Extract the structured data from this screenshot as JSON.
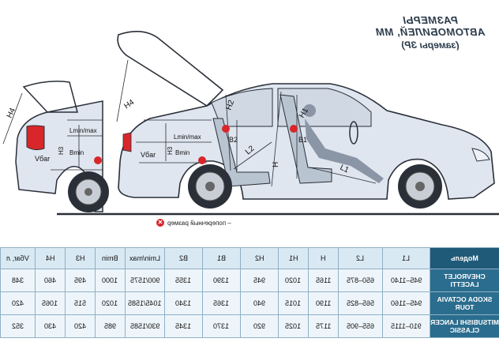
{
  "title": {
    "line1": "РАЗМЕРЫ АВТОМОБИЛЕЙ, ММ",
    "line2": "(замеры ЗР)"
  },
  "legend": {
    "mark": "✕",
    "text": "– поперечный размер"
  },
  "diagram_labels": {
    "h4": "H4",
    "h4_left": "H4",
    "lmin_max": "Lmin/max",
    "lmin_max_left": "Lmin/max",
    "bmin": "Bmin",
    "bmin_left": "Bmin",
    "h3": "H3",
    "h3_left": "H3",
    "v_bar": "Vбar",
    "v_bar_left": "Vбar",
    "h": "H",
    "h1": "H1",
    "h2": "H2",
    "l1": "L1",
    "l2": "L2",
    "b1": "B1",
    "b2": "B2"
  },
  "colors": {
    "header_model": "#1f5a78",
    "model_cell": "#2b6d8e",
    "header_bg": "#d9e9f3",
    "cell_bg": "#eef5fa",
    "car_body": "#dfe6ef",
    "car_outline": "#2a2f38",
    "taillight": "#d8262a",
    "mark": "#d8262a"
  },
  "table": {
    "headers": [
      "Модель",
      "L1",
      "L2",
      "H",
      "H1",
      "H2",
      "B1",
      "B2",
      "Lmin/max",
      "Bmin",
      "H3",
      "H4",
      "Vбar, л"
    ],
    "rows": [
      {
        "model": "CHEVROLET LACETTI",
        "values": [
          "945–1140",
          "650–875",
          "1165",
          "1020",
          "945",
          "1390",
          "1355",
          "900/1575",
          "1000",
          "495",
          "460",
          "348"
        ]
      },
      {
        "model": "SKODA OCTAVIA TOUR",
        "values": [
          "945–1160",
          "565–825",
          "1190",
          "1015",
          "940",
          "1365",
          "1340",
          "1045/1585",
          "1020",
          "515",
          "1065",
          "420"
        ]
      },
      {
        "model": "MITSUBISHI LANCER CLASSIC",
        "values": [
          "910–1115",
          "655–905",
          "1175",
          "1025",
          "920",
          "1370",
          "1345",
          "930/1585",
          "985",
          "420",
          "430",
          "352"
        ]
      }
    ]
  }
}
